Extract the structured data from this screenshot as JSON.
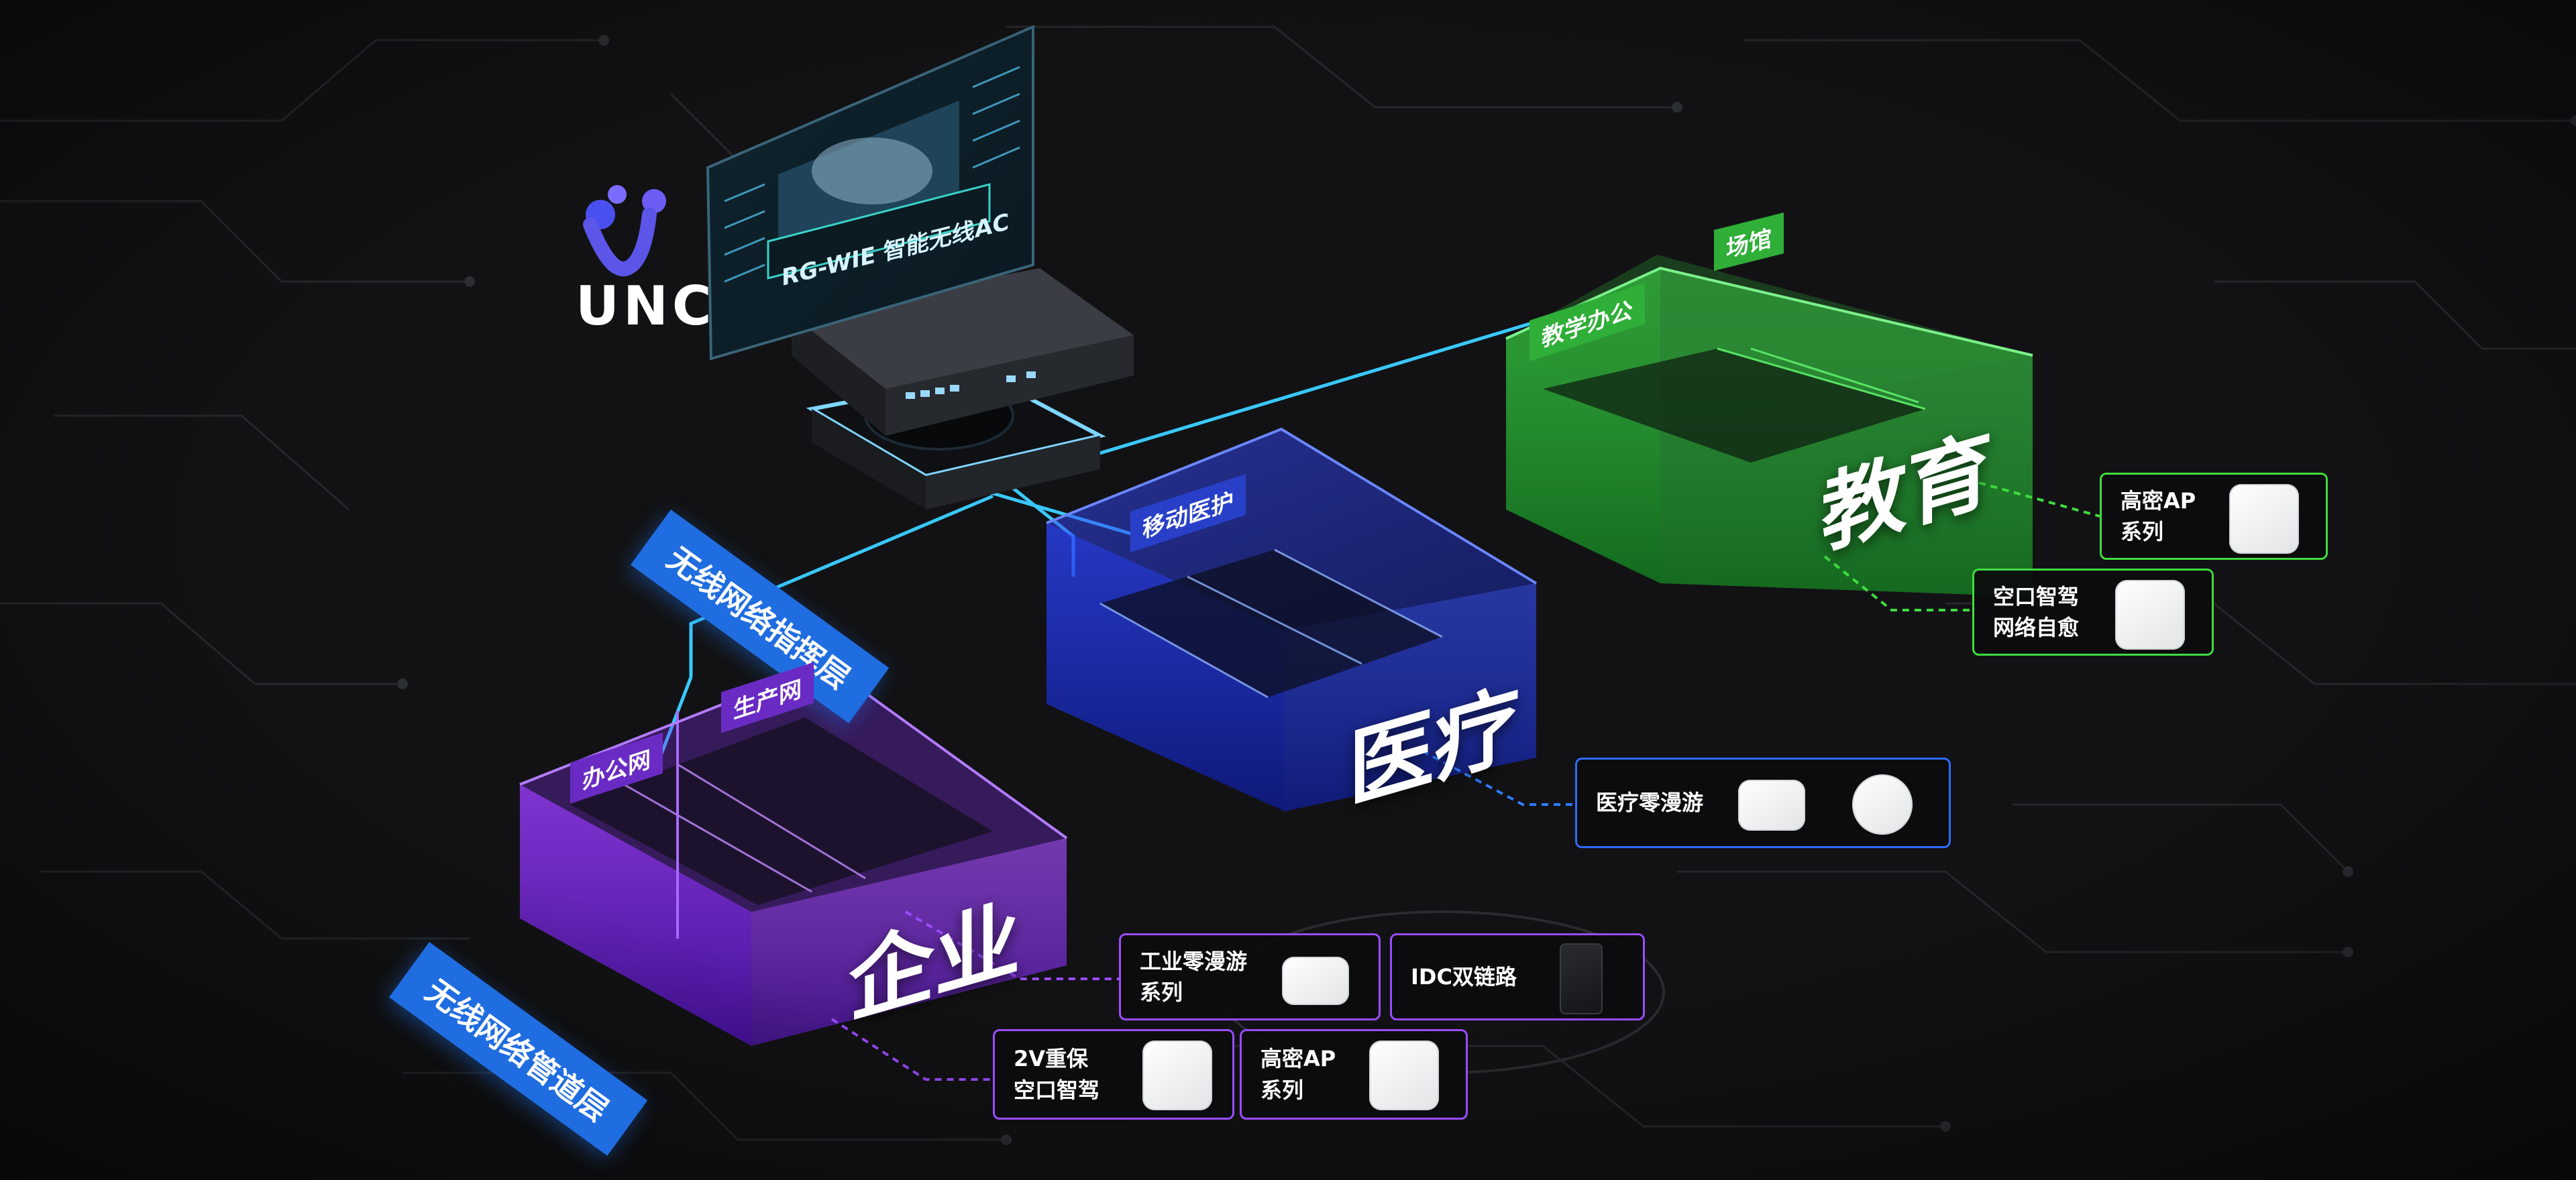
{
  "brand": {
    "logo_text": "UNC",
    "logo_color": "#5b55e8"
  },
  "controller": {
    "screen_label": "RG-WIE 智能无线AC"
  },
  "layers": {
    "command": "无线网络指挥层",
    "pipeline": "无线网络管道层"
  },
  "zones": {
    "education": {
      "title": "教育",
      "tags": [
        "教学办公",
        "场馆"
      ],
      "color": "#3fdc3f"
    },
    "medical": {
      "title": "医疗",
      "tags": [
        "移动医护"
      ],
      "color": "#2f4cff"
    },
    "enterprise": {
      "title": "企业",
      "tags": [
        "办公网",
        "生产网"
      ],
      "color": "#8a3cff"
    }
  },
  "cards": {
    "edu_high_density": {
      "line1": "高密AP",
      "line2": "系列"
    },
    "edu_self_healing": {
      "line1": "空口智驾",
      "line2": "网络自愈"
    },
    "medical_roaming": {
      "line1": "医疗零漫游",
      "line2": ""
    },
    "ent_industrial": {
      "line1": "工业零漫游",
      "line2": "系列"
    },
    "ent_idc": {
      "line1": "IDC双链路",
      "line2": ""
    },
    "ent_2v": {
      "line1": "2V重保",
      "line2": "空口智驾"
    },
    "ent_high_density": {
      "line1": "高密AP",
      "line2": "系列"
    }
  },
  "icons": [
    "unc-logo-icon",
    "ap-device-icon",
    "ceiling-ap-icon",
    "idc-device-icon"
  ],
  "colors": {
    "background": "#121214",
    "ribbon": "#1f6de0",
    "link": "#39c8ff"
  }
}
